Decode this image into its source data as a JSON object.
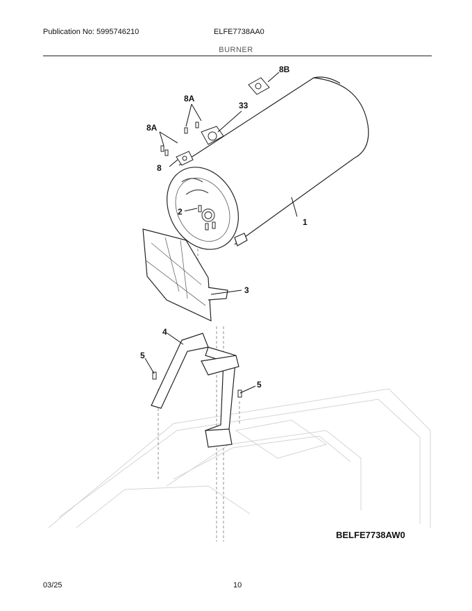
{
  "header": {
    "publication": "Publication No: 5995746210",
    "model": "ELFE7738AA0",
    "section": "BURNER"
  },
  "diagram": {
    "callouts": {
      "p1": "1",
      "p2": "2",
      "p3": "3",
      "p4": "4",
      "p5a": "5",
      "p5b": "5",
      "p8": "8",
      "p8A_upper": "8A",
      "p8A_lower": "8A",
      "p8B": "8B",
      "p33": "33"
    },
    "reference": "BELFE7738AW0"
  },
  "footer": {
    "date": "03/25",
    "page": "10"
  }
}
